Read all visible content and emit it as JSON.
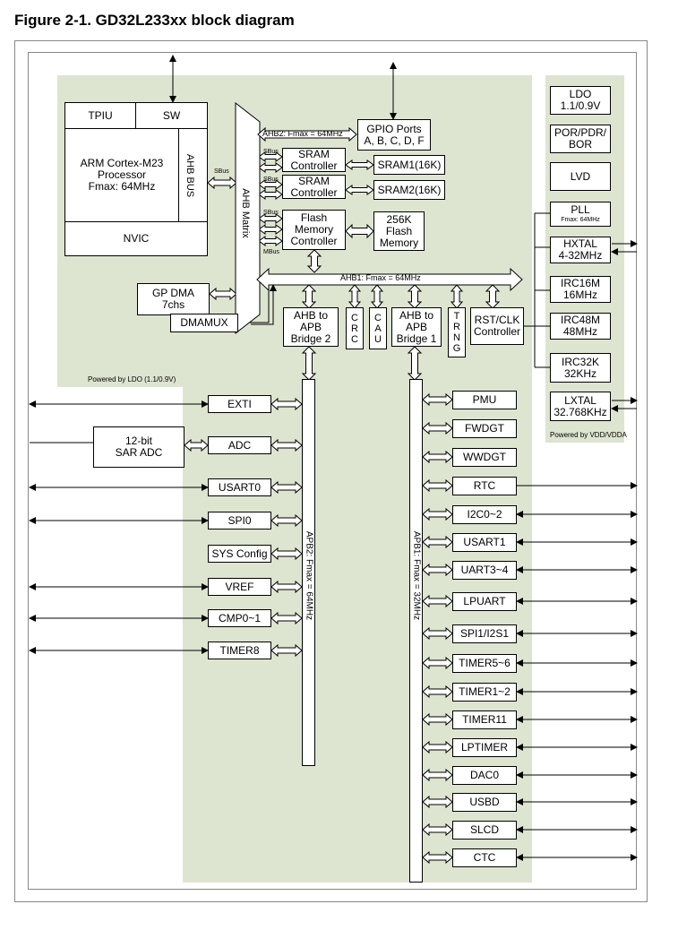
{
  "figure_title": "Figure 2-1. GD32L233xx block diagram",
  "core": {
    "tpiu": "TPIU",
    "sw": "SW",
    "processor": "ARM Cortex-M23\nProcessor\nFmax: 64MHz",
    "ahb_bus": "AHB BUS",
    "nvic": "NVIC"
  },
  "ahb_matrix": "AHB Matrix",
  "sbus": "SBus",
  "mbus": "MBus",
  "gp_dma": "GP DMA\n7chs",
  "dmamux": "DMAMUX",
  "ahb2_label": "AHB2: Fmax = 64MHz",
  "gpio": "GPIO Ports\nA, B, C, D, F",
  "sram_ctrl_1": "SRAM\nController",
  "sram_ctrl_2": "SRAM\nController",
  "sram1": "SRAM1(16K)",
  "sram2": "SRAM2(16K)",
  "flash_ctrl": "Flash\nMemory\nController",
  "flash_mem": "256K\nFlash\nMemory",
  "ahb1_label": "AHB1: Fmax = 64MHz",
  "bridge2": "AHB to\nAPB\nBridge 2",
  "crc": "C\nR\nC",
  "cau": "C\nA\nU",
  "bridge1": "AHB to\nAPB\nBridge 1",
  "trng": "T\nR\nN\nG",
  "rst_clk": "RST/CLK\nController",
  "powered_ldo": "Powered by LDO (1.1/0.9V)",
  "powered_vdd": "Powered by VDD/VDDA",
  "power_blocks": {
    "ldo": "LDO\n1.1/0.9V",
    "por": "POR/PDR/\nBOR",
    "lvd": "LVD",
    "pll": "PLL",
    "pll_fmax": "Fmax: 64MHz",
    "hxtal": "HXTAL\n4-32MHz",
    "irc16m": "IRC16M\n16MHz",
    "irc48m": "IRC48M\n48MHz",
    "irc32k": "IRC32K\n32KHz",
    "lxtal": "LXTAL\n32.768KHz"
  },
  "apb2_label": "APB2: Fmax = 64MHz",
  "apb1_label": "APB1: Fmax = 32MHz",
  "sar_adc": "12-bit\nSAR ADC",
  "apb2_periph": [
    "EXTI",
    "ADC",
    "USART0",
    "SPI0",
    "SYS Config",
    "VREF",
    "CMP0~1",
    "TIMER8"
  ],
  "apb1_periph": [
    "PMU",
    "FWDGT",
    "WWDGT",
    "RTC",
    "I2C0~2",
    "USART1",
    "UART3~4",
    "LPUART",
    "SPI1/I2S1",
    "TIMER5~6",
    "TIMER1~2",
    "TIMER11",
    "LPTIMER",
    "DAC0",
    "USBD",
    "SLCD",
    "CTC"
  ]
}
